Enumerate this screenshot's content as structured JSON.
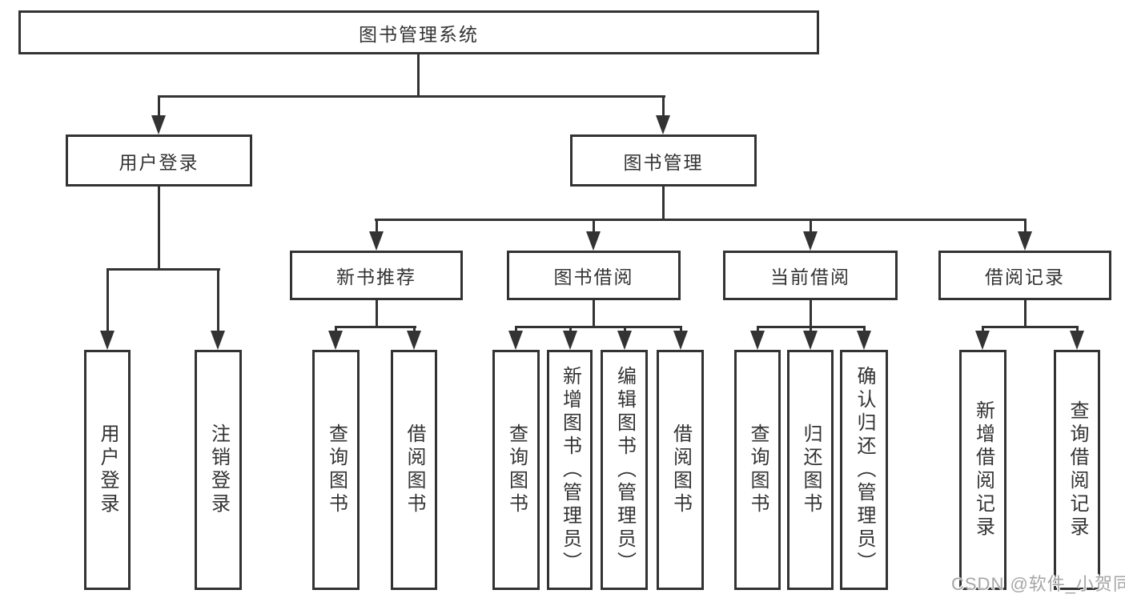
{
  "nodes": {
    "root": {
      "label": "图书管理系统"
    },
    "user_login": {
      "label": "用户登录"
    },
    "book_mgmt": {
      "label": "图书管理"
    },
    "new_book": {
      "label": "新书推荐"
    },
    "book_borrow": {
      "label": "图书借阅"
    },
    "current_borrow": {
      "label": "当前借阅"
    },
    "borrow_record": {
      "label": "借阅记录"
    },
    "leaves": {
      "login": [
        "用户登录",
        "注销登录"
      ],
      "new_book": [
        "查询图书",
        "借阅图书"
      ],
      "book_borrow": [
        "查询图书",
        "新增图书（管理员）",
        "编辑图书（管理员）",
        "借阅图书"
      ],
      "current_borrow": [
        "查询图书",
        "归还图书",
        "确认归还（管理员）"
      ],
      "borrow_record": [
        "新增借阅记录",
        "查询借阅记录"
      ]
    }
  },
  "watermark": "CSDN @软件_小贺同学",
  "colors": {
    "line": "#333333",
    "text": "#333333",
    "watermark": "#a6a6a6",
    "background": "#ffffff"
  }
}
